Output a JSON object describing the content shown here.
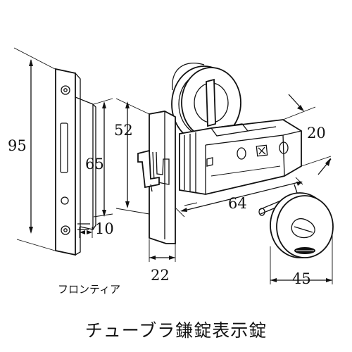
{
  "title": "チューブラ鎌錠表示錠",
  "finish_label": "フロンティア",
  "dimensions": {
    "strike_height": "95",
    "strike_length": "65",
    "strike_width": "10",
    "faceplate_height": "52",
    "faceplate_width": "22",
    "backset": "64",
    "thickness": "20",
    "escutcheon_diameter": "45"
  },
  "colors": {
    "line": "#111111",
    "background": "#ffffff"
  }
}
